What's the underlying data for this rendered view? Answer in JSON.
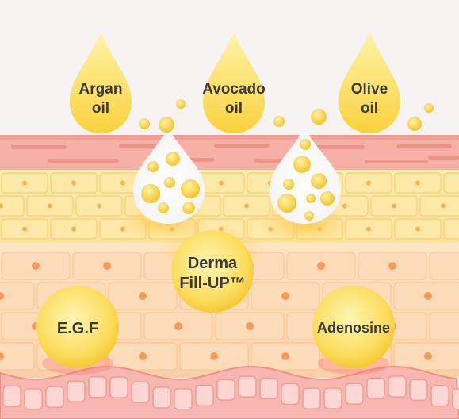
{
  "top_drops": [
    {
      "line1": "Argan",
      "line2": "oil"
    },
    {
      "line1": "Avocado",
      "line2": "oil"
    },
    {
      "line1": "Olive",
      "line2": "oil"
    }
  ],
  "ingredients": [
    {
      "line1": "Derma",
      "line2": "Fill-UP™"
    },
    {
      "line1": "E.G.F",
      "line2": ""
    },
    {
      "line1": "Adenosine",
      "line2": ""
    }
  ],
  "colors": {
    "drop_yellow": "#fcd94a",
    "oil_bubble": "#f8d73a",
    "skin_top": "#f4a8a0",
    "skin_mid": "#fbe6a4",
    "skin_deep": "#fbd1b0",
    "label_text": "#3a3a3a"
  }
}
